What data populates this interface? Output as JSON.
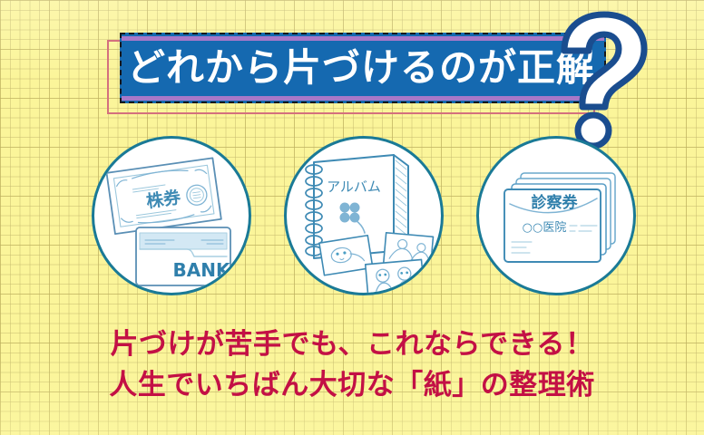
{
  "poster": {
    "background_color": "#fbf59a",
    "grid_line_color": "#c5ba6e"
  },
  "headline": {
    "text": "どれから片づけるのが正解",
    "question_mark": "?",
    "banner_color": "#1569b0",
    "text_color": "#ffffff",
    "accent_purple": "#a878c8",
    "accent_pink": "#d4707e",
    "dashed_border_color": "#16181c",
    "question_mark_fill": "#ffffff",
    "question_mark_outline": "#1a4d8f"
  },
  "illustrations": {
    "ring_color": "#1a7a96",
    "ink_color": "#4a9ec4",
    "items": [
      {
        "name": "securities-and-bankbook",
        "labels": [
          "株券",
          "BANK"
        ],
        "description": "株券とBANK通帳"
      },
      {
        "name": "photo-album",
        "labels": [
          "アルバム"
        ],
        "description": "アルバムと写真"
      },
      {
        "name": "clinic-cards",
        "labels": [
          "診察券",
          "○○医院"
        ],
        "description": "診察券のカード"
      }
    ]
  },
  "tagline": {
    "color": "#c31045",
    "line1": "片づけが苦手でも、これならできる！",
    "line2": "人生でいちばん大切な「紙」の整理術"
  }
}
